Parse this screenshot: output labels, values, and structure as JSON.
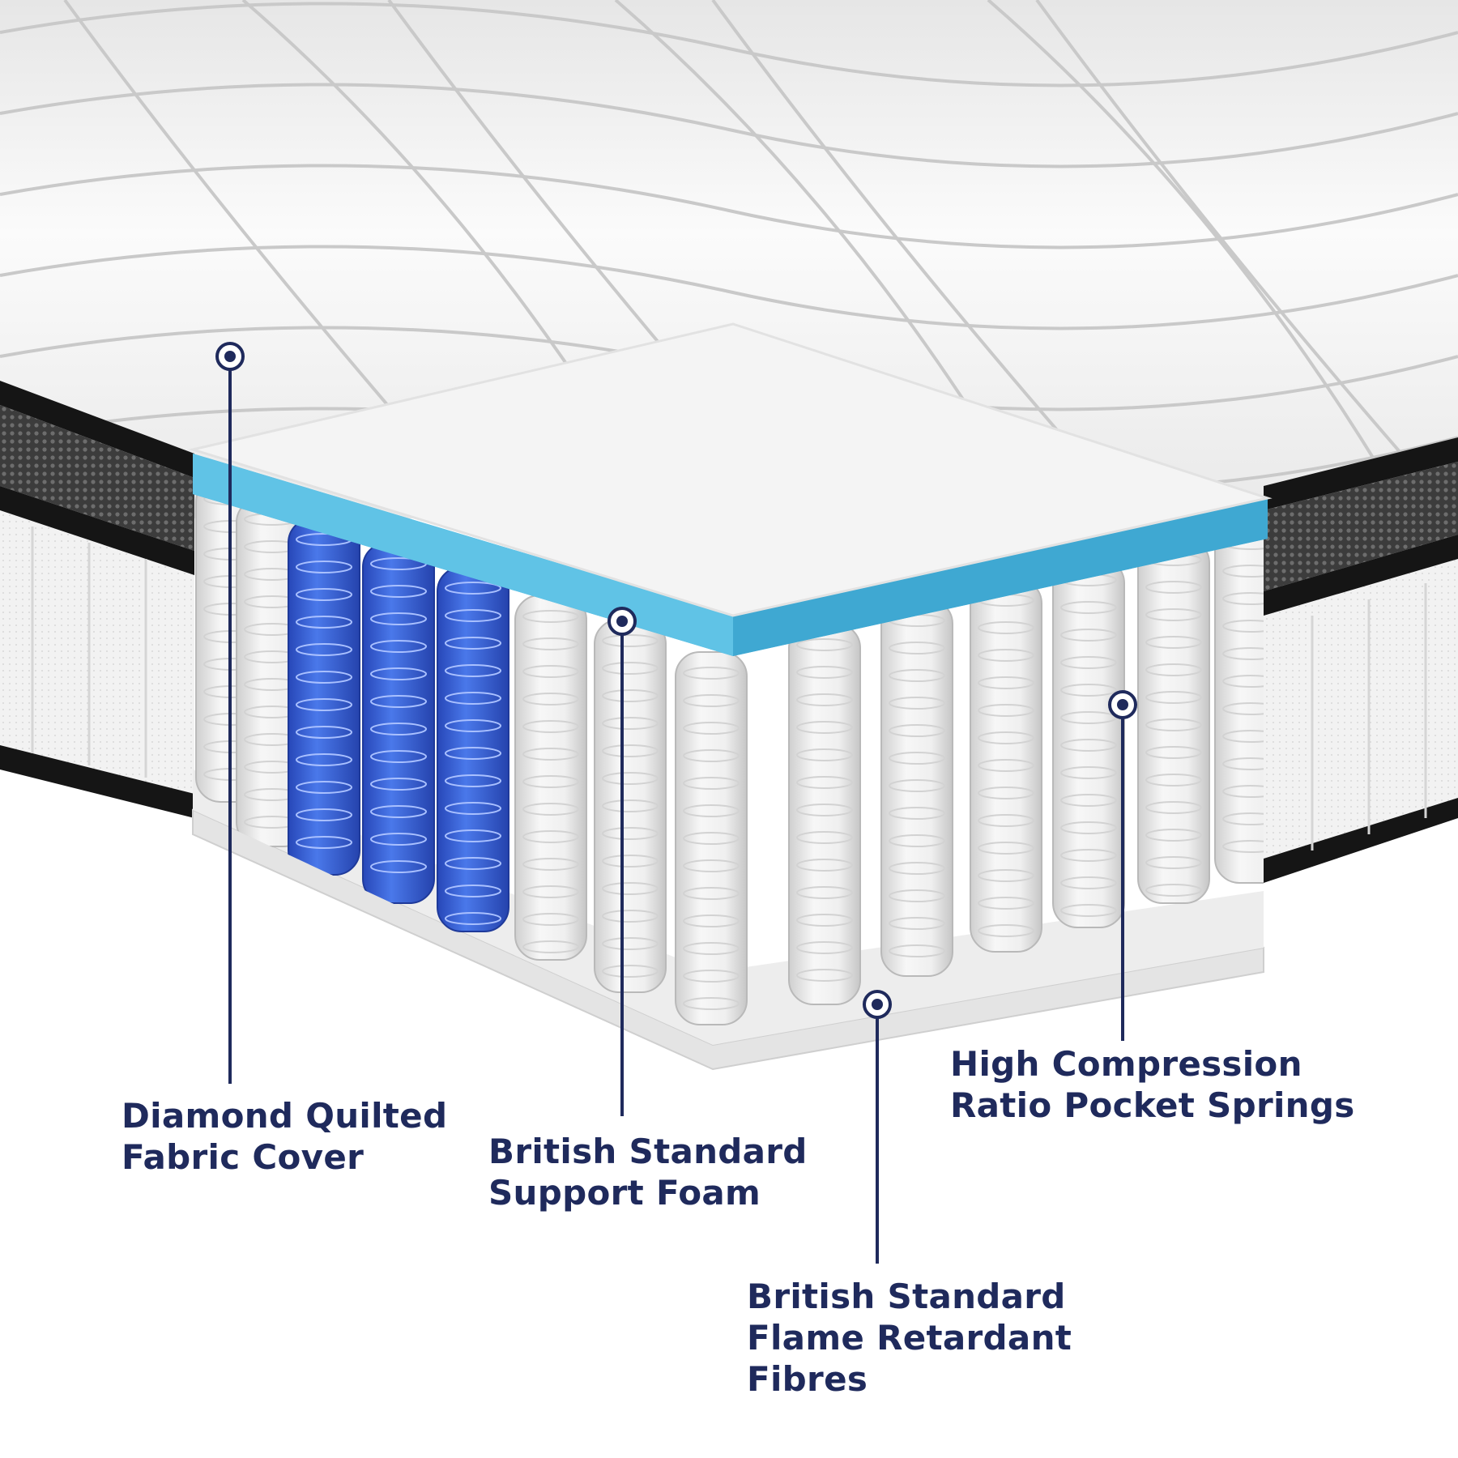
{
  "colors": {
    "label": "#1f2a5c",
    "marker": "#1f2a5c",
    "gel_foam": "#4fb6dc",
    "blue_spring": "#3a63d8",
    "quilt": "#f2f2f2",
    "border_mesh": "#4a4a4a",
    "edge_band": "#1a1a1a"
  },
  "callouts": [
    {
      "id": "fabric-cover",
      "lines": [
        "Diamond Quilted",
        "Fabric Cover"
      ]
    },
    {
      "id": "support-foam",
      "lines": [
        "British Standard",
        "Support Foam"
      ]
    },
    {
      "id": "pocket-springs",
      "lines": [
        "High Compression",
        "Ratio Pocket Springs"
      ]
    },
    {
      "id": "flame-fibres",
      "lines": [
        "British Standard",
        "Flame Retardant",
        "Fibres"
      ]
    }
  ]
}
